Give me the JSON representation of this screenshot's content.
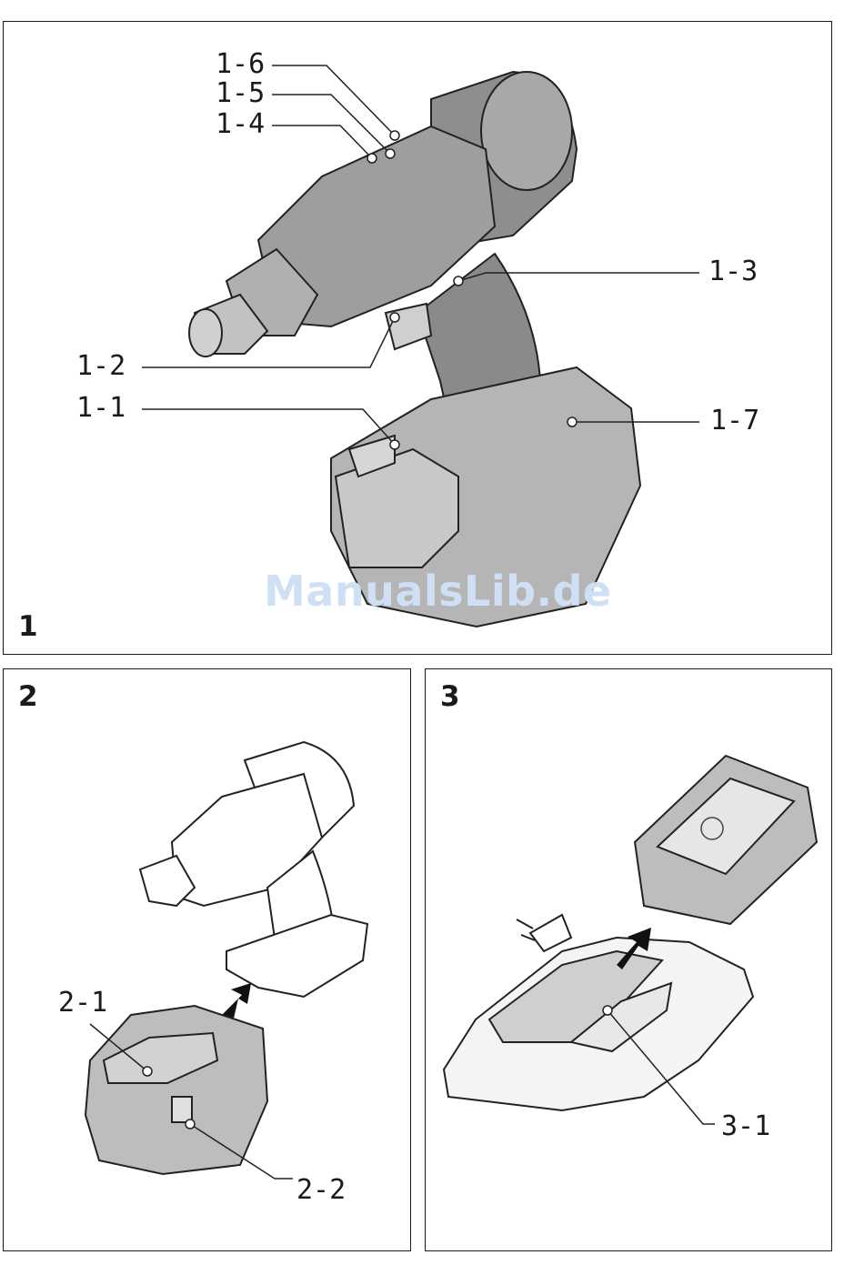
{
  "figure1": {
    "number": "1",
    "labels": {
      "l1_6": "1-6",
      "l1_5": "1-5",
      "l1_4": "1-4",
      "l1_3": "1-3",
      "l1_2": "1-2",
      "l1_1": "1-1",
      "l1_7": "1-7"
    }
  },
  "figure2": {
    "number": "2",
    "labels": {
      "l2_1": "2-1",
      "l2_2": "2-2"
    }
  },
  "figure3": {
    "number": "3",
    "labels": {
      "l3_1": "3-1"
    }
  },
  "watermark": "ManualsLib.de",
  "icons": [
    "impact-wrench-drawing",
    "battery-pack-drawing",
    "charger-drawing",
    "insert-arrow-icon",
    "recycle-icon",
    "mains-plug-icon"
  ]
}
